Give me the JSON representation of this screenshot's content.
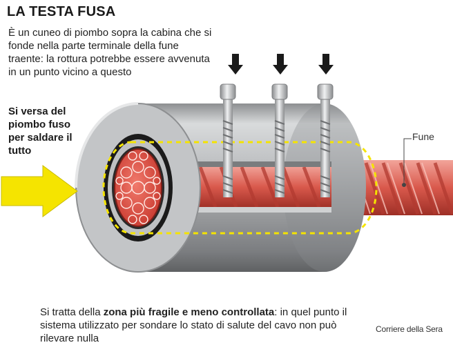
{
  "title": "LA TESTA FUSA",
  "intro": "È un cuneo di piombo sopra la cabina che si fonde nella parte terminale della fune traente: la rottura potrebbe essere avvenuta in un punto vicino a questo",
  "side_label": "Si versa del piombo fuso per saldare il tutto",
  "rope_label": "Fune",
  "footer": {
    "prefix": "Si tratta della ",
    "bold": "zona più fragile e meno controllata",
    "suffix": ": in quel punto il sistema utilizzato per sondare lo stato di salute del cavo non può rilevare nulla"
  },
  "credit": "Corriere della Sera",
  "colors": {
    "rope": "#e0574a",
    "sleeve": "#a8aaac",
    "arrow": "#f5e400",
    "highlight": "#f5e400"
  }
}
